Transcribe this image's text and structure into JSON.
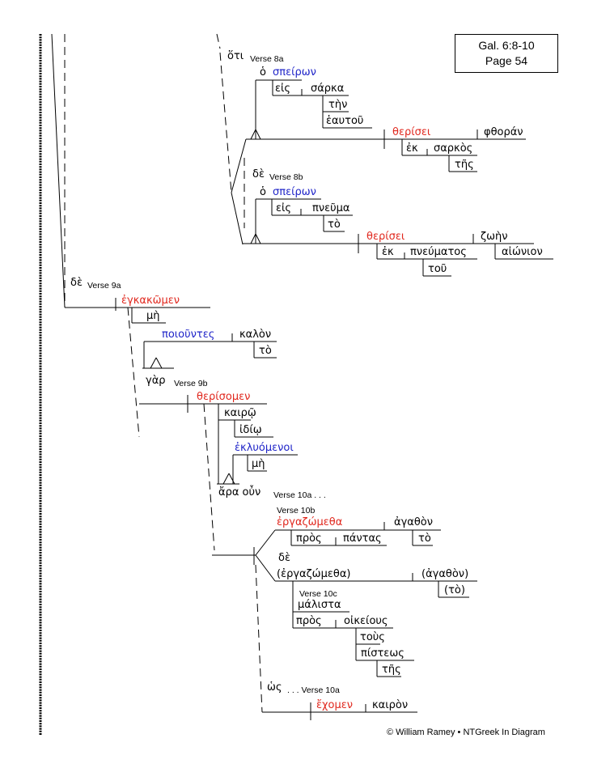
{
  "reference": {
    "line1": "Gal. 6:8-10",
    "line2": "Page 54"
  },
  "copyright": "© William Ramey • NTGreek In Diagram",
  "words": {
    "hoti": "ὅτι",
    "v8a": "Verse 8a",
    "ho1": "ὁ",
    "speiron1": "σπείρων",
    "eis1": "εἰς",
    "sarka": "σάρκα",
    "ten": "τὴν",
    "heautou": "ἑαυτοῦ",
    "therisei1": "θερίσει",
    "phthoran": "φθοράν",
    "ek1": "ἐκ",
    "sarkos": "σαρκὸς",
    "tes1": "τῆς",
    "de1": "δὲ",
    "v8b": "Verse 8b",
    "ho2": "ὁ",
    "speiron2": "σπείρων",
    "eis2": "εἰς",
    "pneuma": "πνεῦμα",
    "to1": "τὸ",
    "therisei2": "θερίσει",
    "zoen": "ζωὴν",
    "ek2": "ἐκ",
    "pneumatos": "πνεύματος",
    "aionion": "αἰώνιον",
    "tou": "τοῦ",
    "de2": "δὲ",
    "v9a": "Verse 9a",
    "egkakomen": "ἐγκακῶμεν",
    "me1": "μὴ",
    "poiountes": "ποιοῦντες",
    "kalon": "καλὸν",
    "to2": "τὸ",
    "gar": "γὰρ",
    "v9b": "Verse 9b",
    "therisomen": "θερίσομεν",
    "kairo": "καιρῷ",
    "idio": "ἰδίῳ",
    "ekluomenoi": "ἐκλυόμενοι",
    "me2": "μὴ",
    "ara_oun": "ἄρα οὖν",
    "v10a": "Verse 10a . . .",
    "v10b": "Verse 10b",
    "ergazometha1": "ἐργαζώμεθα",
    "agathon1": "ἀγαθὸν",
    "pros1": "πρὸς",
    "pantas": "πάντας",
    "to3": "τὸ",
    "de3": "δὲ",
    "ergazometha2": "(ἐργαζώμεθα)",
    "agathon2": "(ἀγαθὸν)",
    "to4": "(τὸ)",
    "v10c": "Verse 10c",
    "malista": "μάλιστα",
    "pros2": "πρὸς",
    "oikeious": "οἰκείους",
    "tous": "τοὺς",
    "pisteos": "πίστεως",
    "tes2": "τῆς",
    "hos": "ὡς",
    "v10a2": ". . . Verse 10a",
    "echomen": "ἔχομεν",
    "kairon": "καιρὸν"
  }
}
